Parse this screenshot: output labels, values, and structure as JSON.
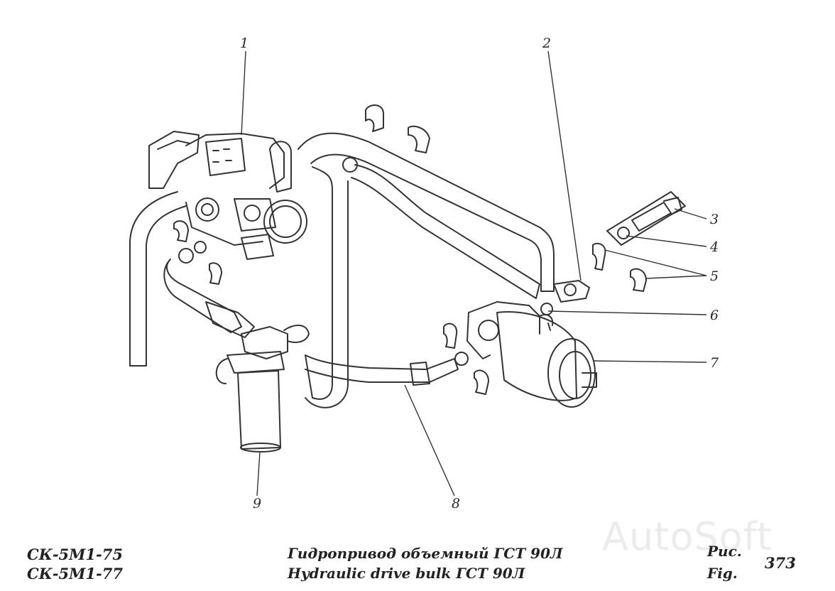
{
  "diagram": {
    "callouts": [
      {
        "id": "1",
        "label": "1"
      },
      {
        "id": "2",
        "label": "2"
      },
      {
        "id": "3",
        "label": "3"
      },
      {
        "id": "4",
        "label": "4"
      },
      {
        "id": "5",
        "label": "5"
      },
      {
        "id": "6",
        "label": "6"
      },
      {
        "id": "7",
        "label": "7"
      },
      {
        "id": "8",
        "label": "8"
      },
      {
        "id": "9",
        "label": "9"
      }
    ]
  },
  "footer": {
    "model_line1": "СК-5М1-75",
    "model_line2": "СК-5М1-77",
    "title_ru": "Гидропривод объемный ГСТ 90Л",
    "title_en": "Hydraulic drive bulk ГСТ 90Л",
    "fig_ru": "Рис.",
    "fig_en": "Fig.",
    "fig_number": "373"
  },
  "watermark": {
    "text": "AutoSoft"
  }
}
